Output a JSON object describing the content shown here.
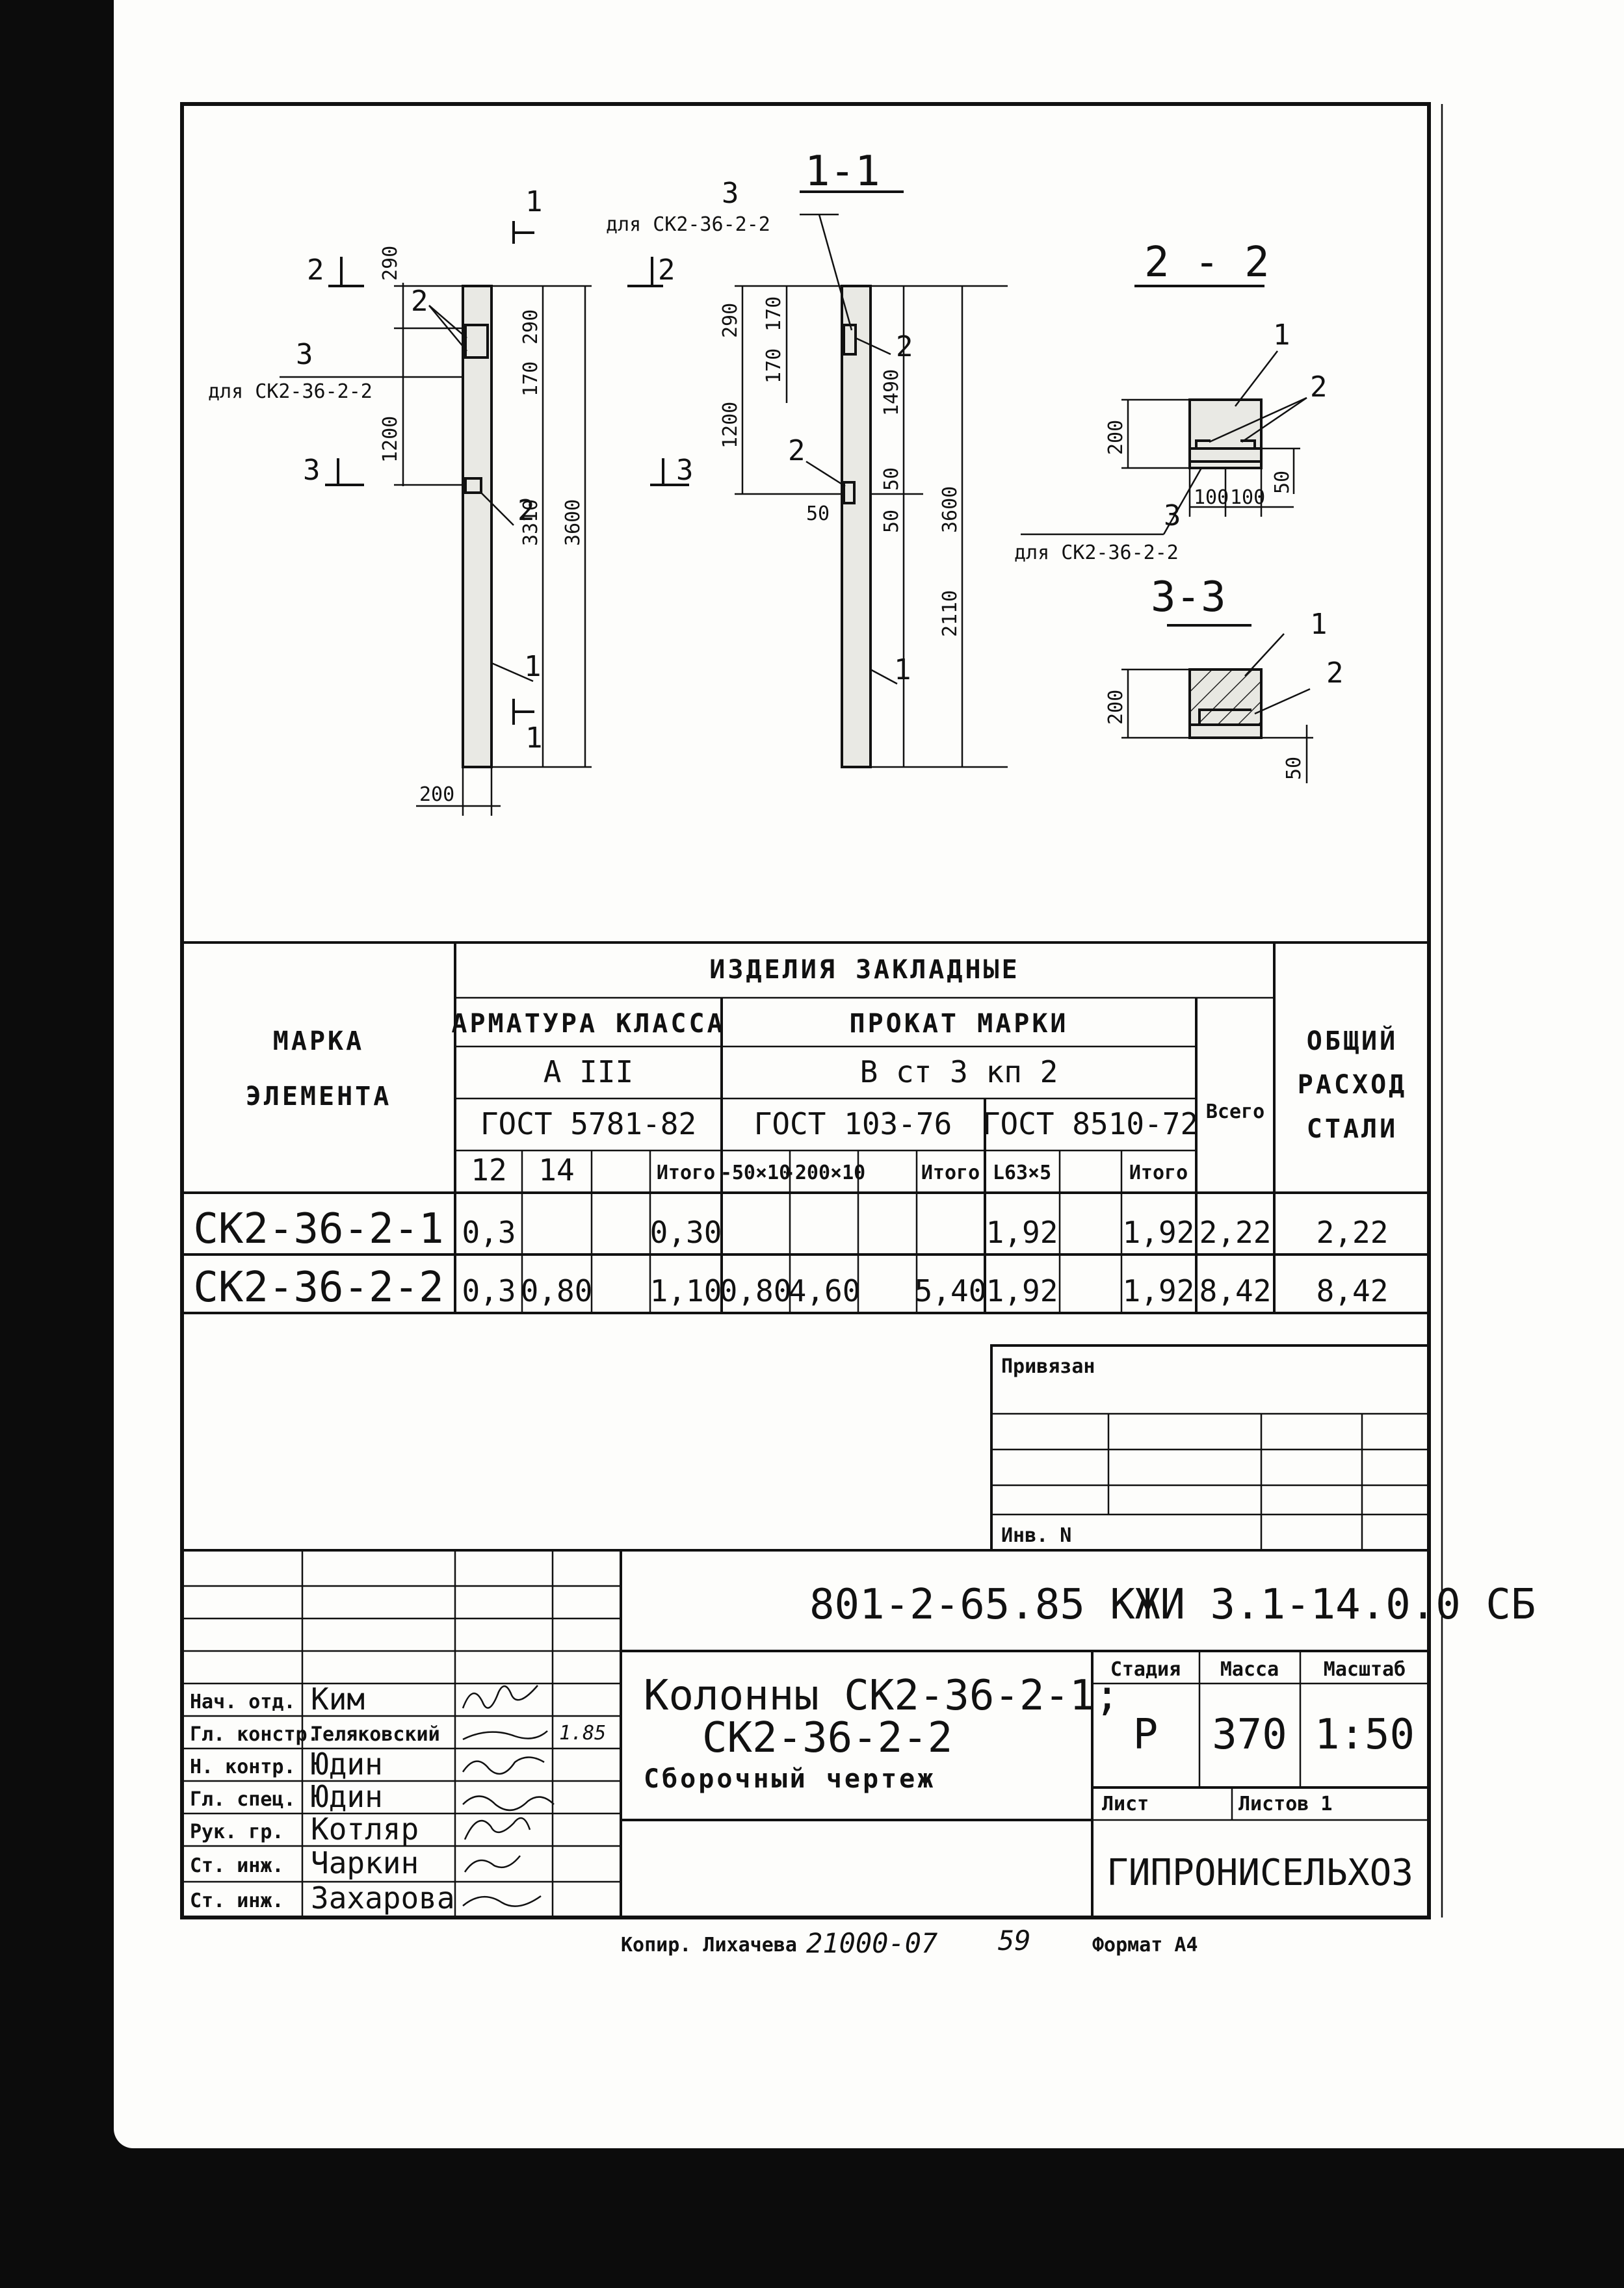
{
  "drawing": {
    "section_marks": {
      "s11": "1",
      "s22": "2",
      "s33": "3"
    },
    "view_titles": {
      "s11": "1-1",
      "s22": "2 - 2",
      "s33": "3-3"
    },
    "note_ck2": "для СК2-36-2-2",
    "callouts": {
      "n1": "1",
      "n2": "2",
      "n3": "3"
    },
    "dims": {
      "d290": "290",
      "d1200": "1200",
      "d3310": "3310",
      "d3600": "3600",
      "d200": "200",
      "d170": "170",
      "d1490": "1490",
      "d2110": "2110",
      "d50": "50",
      "d100": "100"
    }
  },
  "table": {
    "title_group": "ИЗДЕЛИЯ ЗАКЛАДНЫЕ",
    "h_marka": "МАРКА",
    "h_elementa": "ЭЛЕМЕНТА",
    "h_armatura": "АРМАТУРА КЛАССА",
    "h_aiii": "А III",
    "h_gost_arm": "ГОСТ 5781-82",
    "h_prokat": "ПРОКАТ МАРКИ",
    "h_vst": "В ст 3 кп 2",
    "h_gost_103": "ГОСТ 103-76",
    "h_gost_8510": "ГОСТ 8510-72",
    "h_vsego": "Всего",
    "h_obsh1": "ОБЩИЙ",
    "h_obsh2": "РАСХОД",
    "h_obsh3": "СТАЛИ",
    "c12": "12",
    "c14": "14",
    "c_itogo": "Итого",
    "c_50x10": "-50×10",
    "c_200x10": "-200×10",
    "c_l63": "L63×5",
    "rows": [
      {
        "name": "СК2-36-2-1",
        "a12": "0,3",
        "a14": "",
        "a_itogo": "0,30",
        "p50": "",
        "p200": "",
        "p_itogo": "",
        "l63": "1,92",
        "l_itogo": "1,92",
        "vsego": "2,22",
        "total": "2,22"
      },
      {
        "name": "СК2-36-2-2",
        "a12": "0,3",
        "a14": "0,80",
        "a_itogo": "1,10",
        "p50": "0,80",
        "p200": "4,60",
        "p_itogo": "5,40",
        "l63": "1,92",
        "l_itogo": "1,92",
        "vsego": "8,42",
        "total": "8,42"
      }
    ]
  },
  "stamp": {
    "privyazan": "Привязан",
    "inv": "Инв. N",
    "code": "801-2-65.85 КЖИ 3.1-14.0.0 СБ",
    "name1": "Колонны СК2-36-2-1;",
    "name2": "СК2-36-2-2",
    "name3": "Сборочный чертеж",
    "h_stadiya": "Стадия",
    "h_massa": "Масса",
    "h_masshtab": "Масштаб",
    "stadiya": "Р",
    "massa": "370",
    "masshtab": "1:50",
    "list": "Лист",
    "listov": "Листов 1",
    "org": "ГИПРОНИСЕЛЬХОЗ",
    "date": "1.85",
    "staff": [
      {
        "role": "Нач. отд.",
        "name": "Ким"
      },
      {
        "role": "Гл. констр.",
        "name": "Теляковский"
      },
      {
        "role": "Н. контр.",
        "name": "Юдин"
      },
      {
        "role": "Гл. спец.",
        "name": "Юдин"
      },
      {
        "role": "Рук. гр.",
        "name": "Котляр"
      },
      {
        "role": "Ст. инж.",
        "name": "Чаркин"
      },
      {
        "role": "Ст. инж.",
        "name": "Захарова"
      }
    ]
  },
  "footer": {
    "copied": "Копир. Лихачева",
    "inv_no": "21000-07",
    "page": "59",
    "format": "Формат А4"
  }
}
